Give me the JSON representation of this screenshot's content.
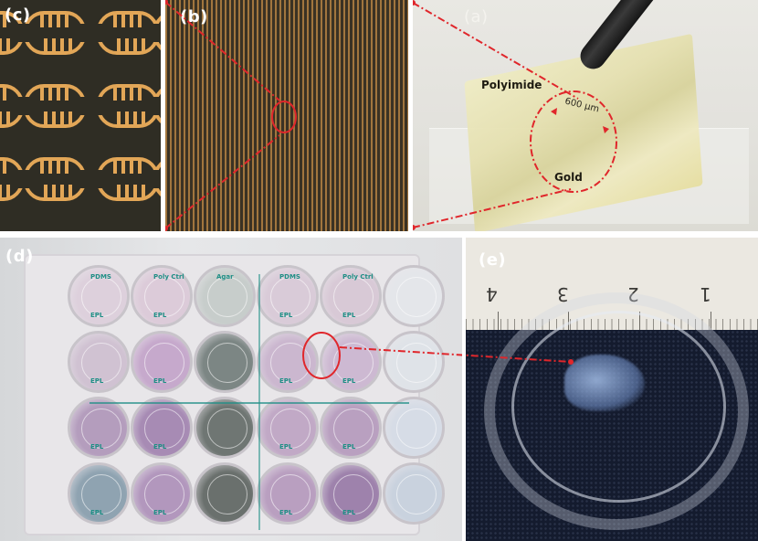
{
  "figure": {
    "panels": [
      {
        "id": "c",
        "label": "(c)",
        "description": "Microscope close-up of gold interdigitated micro-electrodes on dark substrate"
      },
      {
        "id": "b",
        "label": "(b)",
        "description": "Dense array of micro-electrodes with red circled region of interest"
      },
      {
        "id": "a",
        "label": "(a)",
        "description": "Flexible polyimide film with gold electrode, held by dark rod"
      },
      {
        "id": "d",
        "label": "(d)",
        "description": "24-well culture plate with purple-stained wells and green marker labels"
      },
      {
        "id": "e",
        "label": "(e)",
        "description": "Petri dish containing bluish scaffold on dark surface beside ruler"
      }
    ],
    "panel_a": {
      "material_top_label": "Polyimide",
      "material_bottom_label": "Gold",
      "scale_label": "600 µm"
    },
    "panel_e": {
      "ruler_numbers": [
        "4",
        "3",
        "2",
        "1"
      ]
    },
    "panel_d": {
      "rows": 4,
      "columns": 6,
      "well_marks_top": [
        "PDMS",
        "Poly Ctrl",
        "Agar",
        "PDMS",
        "Poly Ctrl",
        ""
      ],
      "well_marks_bottom": [
        "EPL",
        "EPL",
        "",
        "EPL",
        "EPL",
        ""
      ]
    },
    "colors": {
      "annotation_red": "#e0262b",
      "electrode_gold": "#e2a657",
      "marker_green": "#1f8f86",
      "label_white": "#ffffff"
    }
  }
}
